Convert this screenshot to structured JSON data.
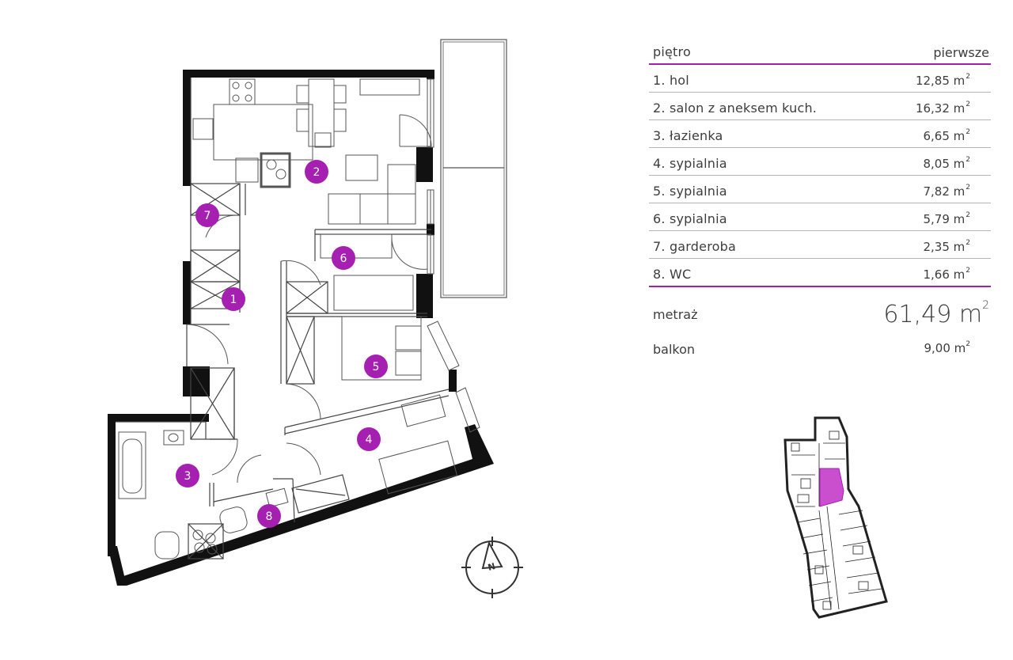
{
  "floor": {
    "label": "piętro",
    "value": "pierwsze"
  },
  "rooms": [
    {
      "label": "1. hol",
      "area": "12,85 m",
      "unit_sup": "2"
    },
    {
      "label": "2. salon z aneksem kuch.",
      "area": "16,32 m",
      "unit_sup": "2"
    },
    {
      "label": "3. łazienka",
      "area": "6,65 m",
      "unit_sup": "2"
    },
    {
      "label": "4. sypialnia",
      "area": "8,05 m",
      "unit_sup": "2"
    },
    {
      "label": "5. sypialnia",
      "area": "7,82 m",
      "unit_sup": "2"
    },
    {
      "label": "6. sypialnia",
      "area": "5,79 m",
      "unit_sup": "2"
    },
    {
      "label": "7. garderoba",
      "area": "2,35 m",
      "unit_sup": "2"
    },
    {
      "label": "8. WC",
      "area": "1,66 m",
      "unit_sup": "2"
    }
  ],
  "total": {
    "label": "metraż",
    "value": "61,49 m",
    "unit_sup": "2"
  },
  "balcony": {
    "label": "balkon",
    "value": "9,00 m",
    "unit_sup": "2"
  },
  "plan_markers": [
    "1",
    "2",
    "3",
    "4",
    "5",
    "6",
    "7",
    "8"
  ],
  "compass_letter": "N",
  "colors": {
    "accent": "#a51fb0",
    "wall": "#111111",
    "line": "#444444"
  }
}
